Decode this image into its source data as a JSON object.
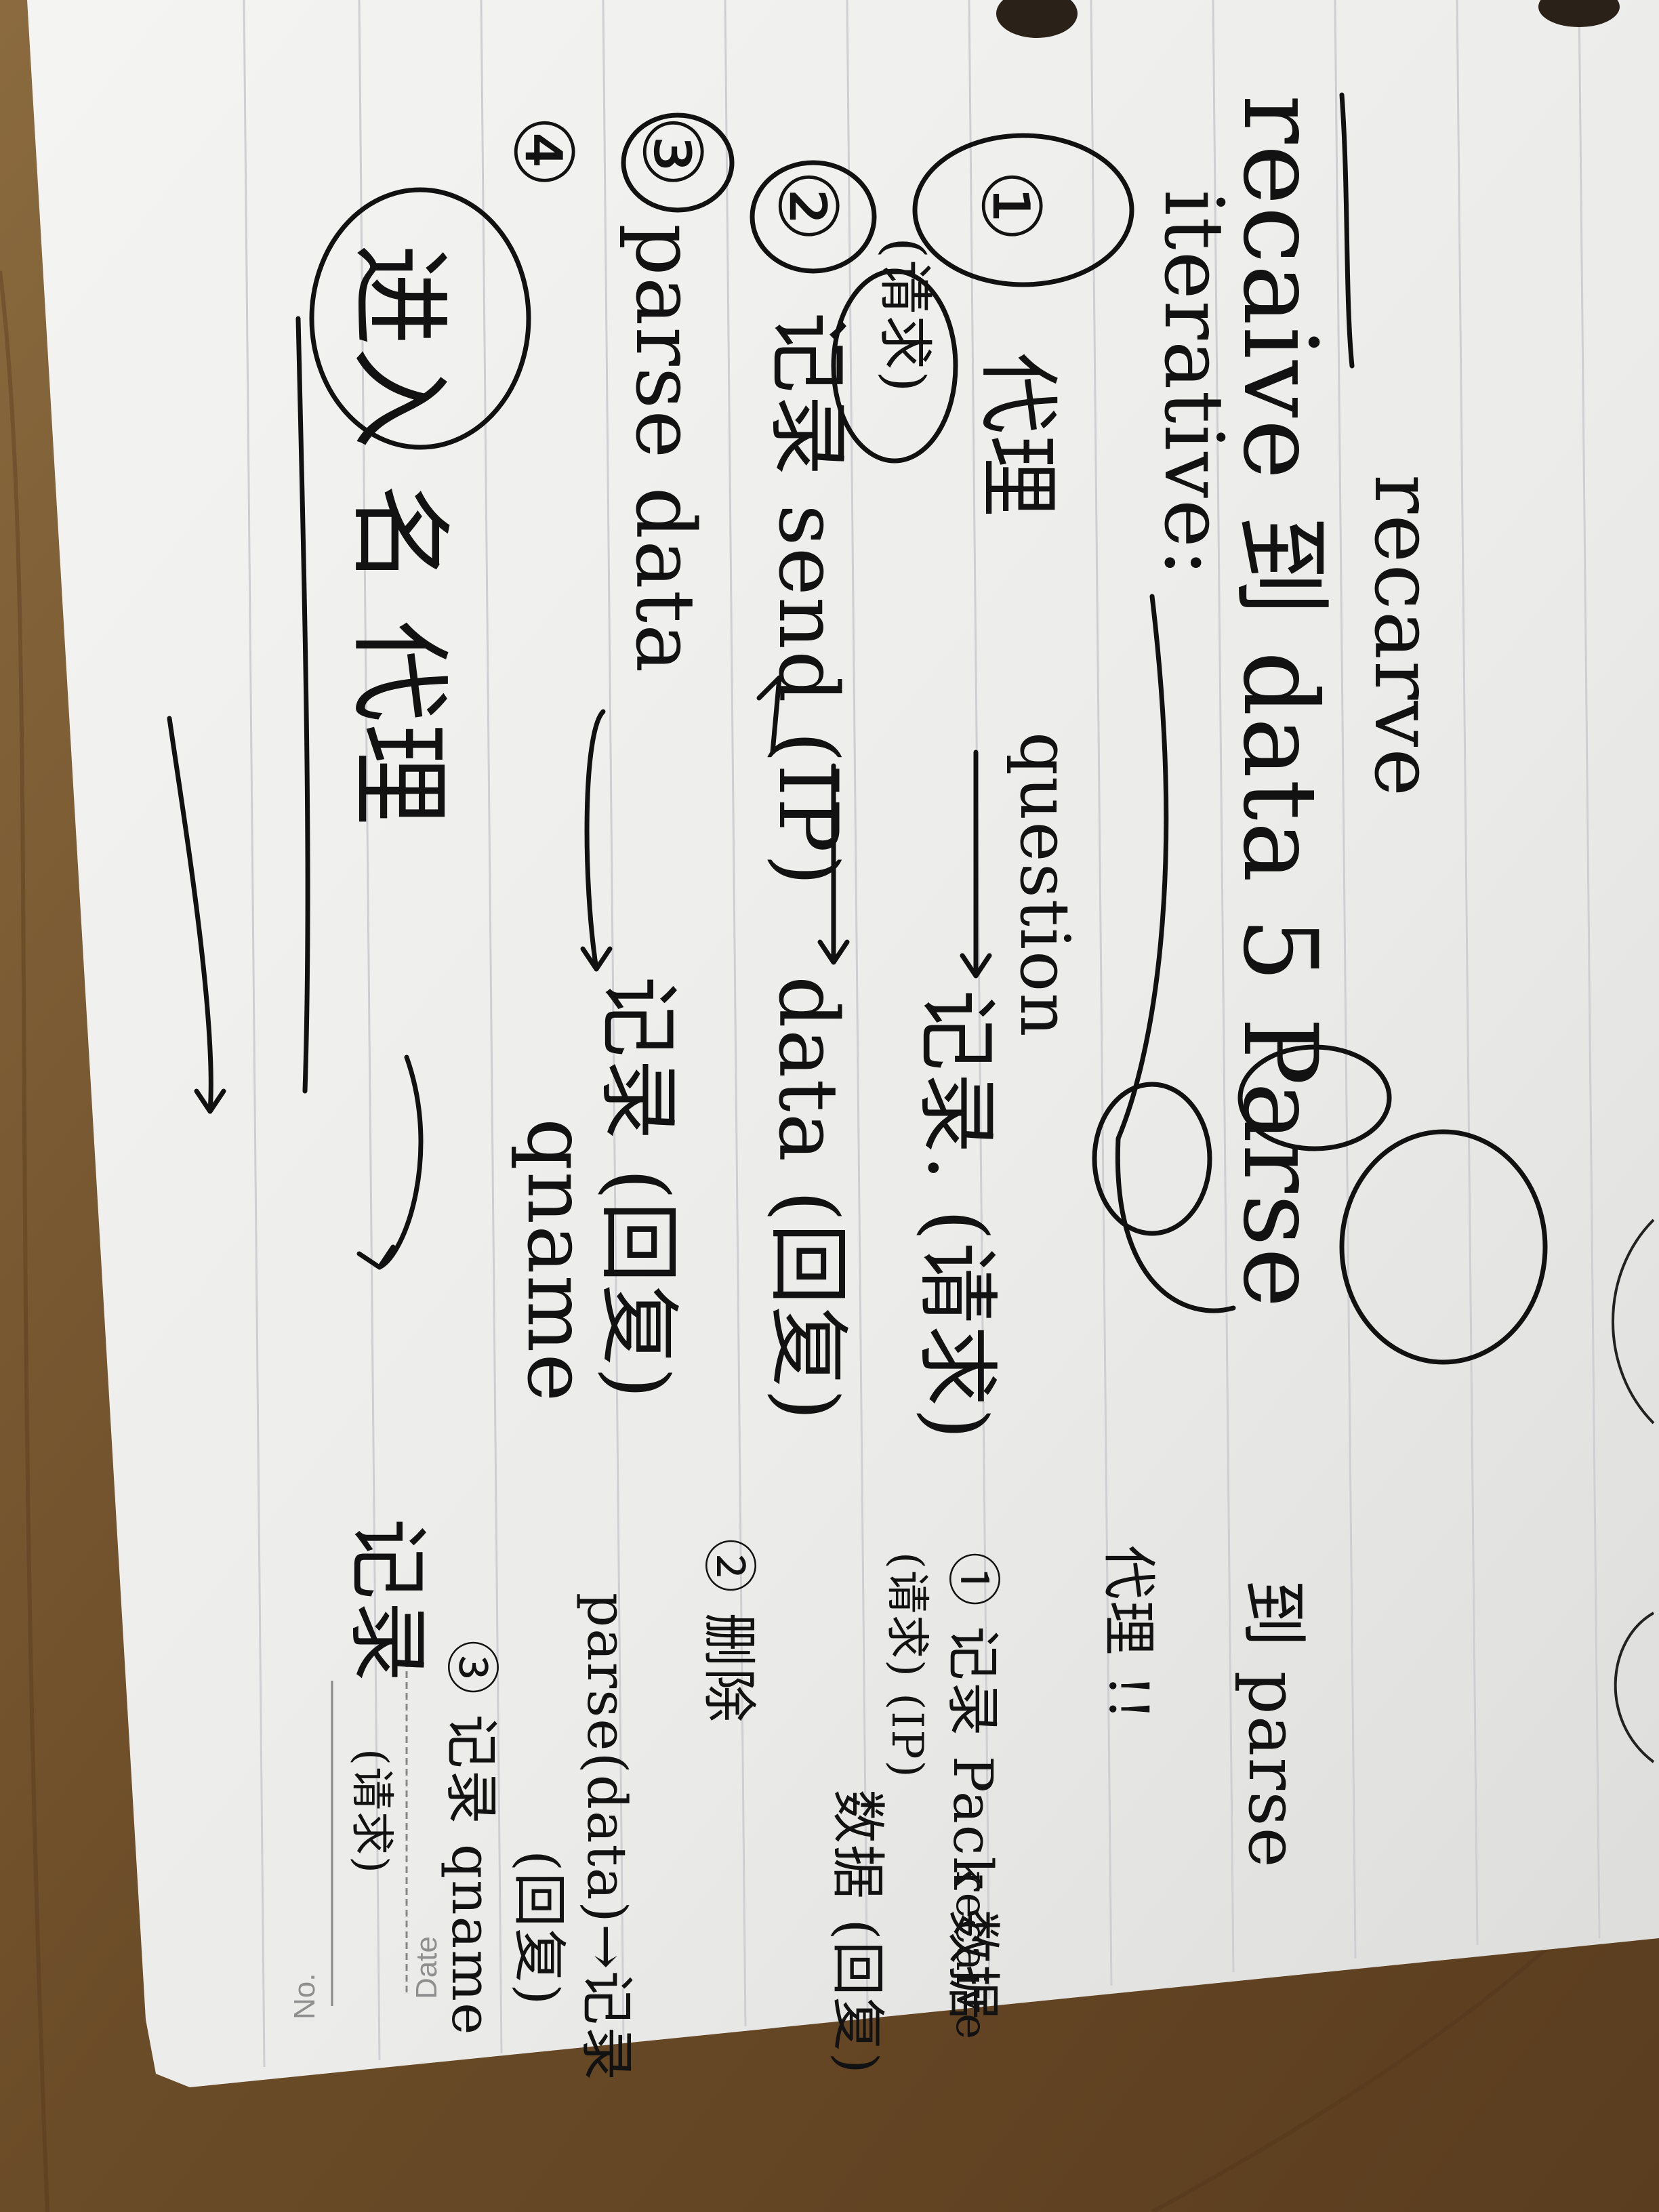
{
  "notebook": {
    "printed_labels": {
      "no": "No.",
      "date": "Date"
    }
  },
  "notes": {
    "heading": "recarve",
    "line1": "recaive 到 data 5 Parse",
    "line2": "iterative:",
    "branch1_marker": "①",
    "branch1_left": "代理",
    "branch1_question": "question",
    "branch1_right": "记录. (请求)",
    "branch1_paren": "(请求)",
    "branch2_marker": "②",
    "branch2_text": "记录 send (IP)",
    "branch2_right": "data (回复)",
    "branch3_marker": "③",
    "branch3_text": "parse data",
    "branch3_right": "记录 (回复)",
    "branch4_marker": "④",
    "branch4_text": "进入 名 代理",
    "qname": "qname",
    "qname_right": "记录",
    "side_notes": {
      "s1": "代理 !!",
      "s2": "到 parse",
      "s3": "① 记录 Pack 数据",
      "s4": "(请求) (IP)",
      "s5": "recaive",
      "s6": "数据 (回复)",
      "s7": "② 删除",
      "s8": "parse(data)→记录",
      "s9": "(回复)",
      "s10": "③ 记录 qname",
      "s11": "(请求)"
    }
  }
}
